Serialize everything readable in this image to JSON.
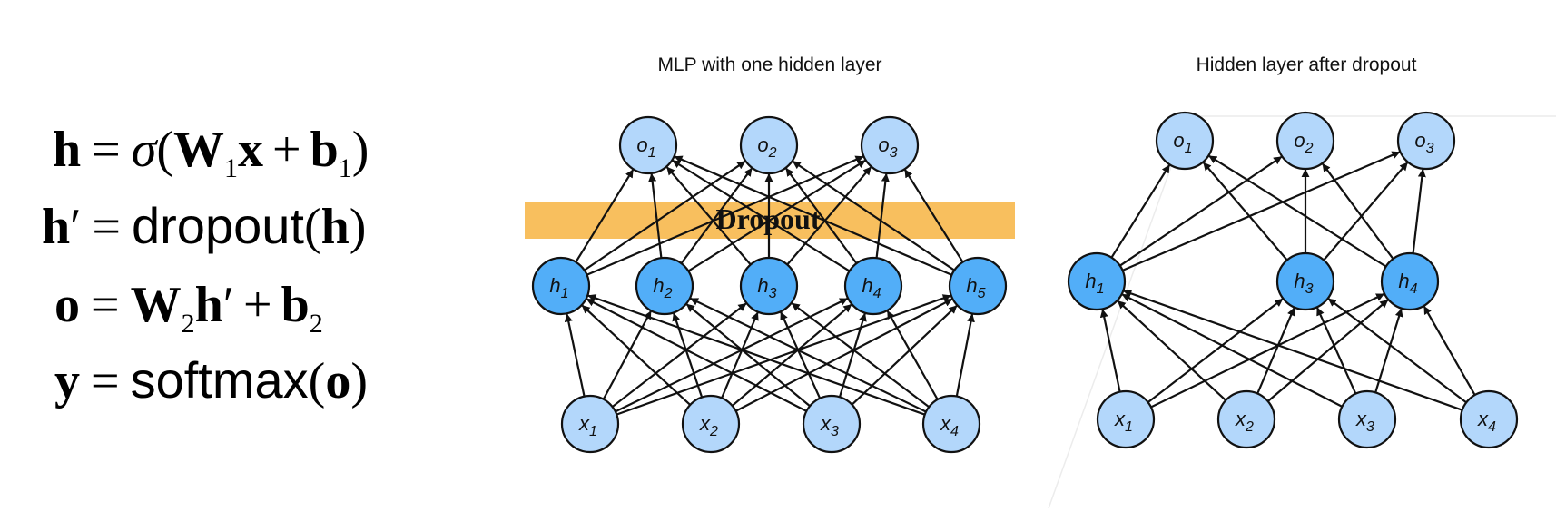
{
  "equations": {
    "eq1": {
      "lhs": "h",
      "eq": "=",
      "sigma": "σ",
      "lp": "(",
      "W": "W",
      "w_sub": "1",
      "x": "x",
      "plus": "+",
      "b": "b",
      "b_sub": "1",
      "rp": ")"
    },
    "eq2": {
      "lhs": "h",
      "prime": "′",
      "eq": "=",
      "fn": "dropout",
      "lp": "(",
      "arg": "h",
      "rp": ")"
    },
    "eq3": {
      "lhs": "o",
      "eq": "=",
      "W": "W",
      "w_sub": "2",
      "h": "h",
      "prime": "′",
      "plus": "+",
      "b": "b",
      "b_sub": "2"
    },
    "eq4": {
      "lhs": "y",
      "eq": "=",
      "fn": "softmax",
      "lp": "(",
      "arg": "o",
      "rp": ")"
    }
  },
  "colors": {
    "input_node": "#b3d7fb",
    "hidden_node": "#52aef8",
    "output_node": "#b3d7fb",
    "node_stroke": "#111111",
    "edge": "#111111",
    "dropout_band": "#f8bf5e"
  },
  "left_diagram": {
    "title": "MLP with one hidden layer",
    "dropout_label": "Dropout",
    "outputs": [
      {
        "base": "o",
        "sub": "1"
      },
      {
        "base": "o",
        "sub": "2"
      },
      {
        "base": "o",
        "sub": "3"
      }
    ],
    "hidden": [
      {
        "base": "h",
        "sub": "1"
      },
      {
        "base": "h",
        "sub": "2"
      },
      {
        "base": "h",
        "sub": "3"
      },
      {
        "base": "h",
        "sub": "4"
      },
      {
        "base": "h",
        "sub": "5"
      }
    ],
    "inputs": [
      {
        "base": "x",
        "sub": "1"
      },
      {
        "base": "x",
        "sub": "2"
      },
      {
        "base": "x",
        "sub": "3"
      },
      {
        "base": "x",
        "sub": "4"
      }
    ]
  },
  "right_diagram": {
    "title": "Hidden layer after dropout",
    "outputs": [
      {
        "base": "o",
        "sub": "1"
      },
      {
        "base": "o",
        "sub": "2"
      },
      {
        "base": "o",
        "sub": "3"
      }
    ],
    "hidden": [
      {
        "base": "h",
        "sub": "1"
      },
      {
        "base": "h",
        "sub": "3"
      },
      {
        "base": "h",
        "sub": "4"
      }
    ],
    "inputs": [
      {
        "base": "x",
        "sub": "1"
      },
      {
        "base": "x",
        "sub": "2"
      },
      {
        "base": "x",
        "sub": "3"
      },
      {
        "base": "x",
        "sub": "4"
      }
    ]
  }
}
